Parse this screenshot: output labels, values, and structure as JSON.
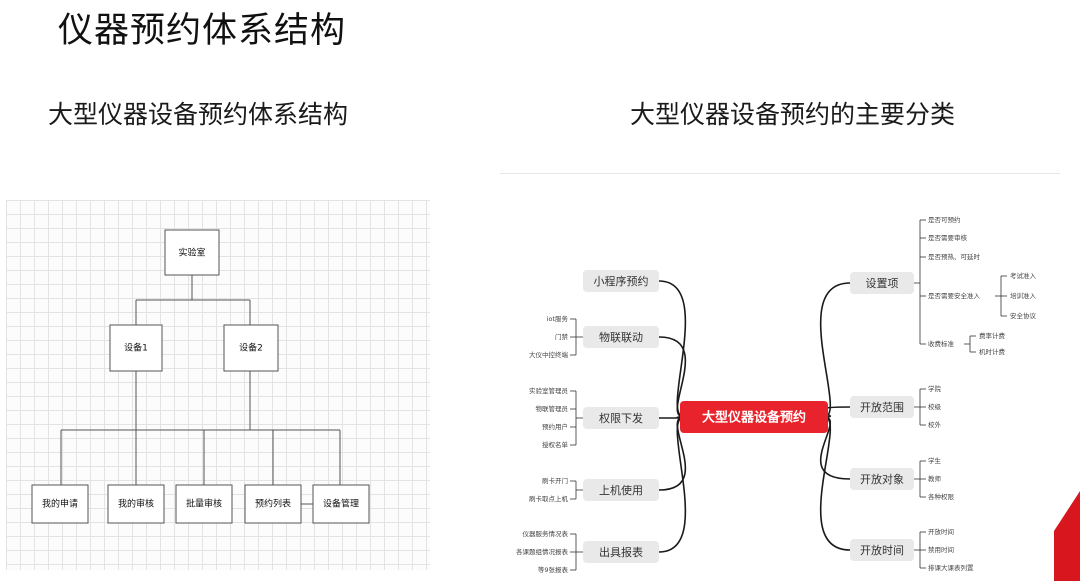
{
  "page": {
    "main_title": "仪器预约体系结构",
    "left_title": "大型仪器设备预约体系结构",
    "right_title": "大型仪器设备预约的主要分类"
  },
  "org_chart": {
    "root": "实验室",
    "level1": [
      "设备1",
      "设备2"
    ],
    "level2": [
      "我的申请",
      "我的审核",
      "批量审核",
      "预约列表",
      "设备管理"
    ]
  },
  "mind_map": {
    "center": "大型仪器设备预约",
    "accent_color": "#e8232b",
    "left_branches": [
      {
        "label": "小程序预约",
        "leaves": []
      },
      {
        "label": "物联联动",
        "leaves": [
          "iot服务",
          "门禁",
          "大仪中控终端"
        ]
      },
      {
        "label": "权限下发",
        "leaves": [
          "实验室管理员",
          "物联管理员",
          "预约用户",
          "授权名单"
        ]
      },
      {
        "label": "上机使用",
        "leaves": [
          "刷卡开门",
          "刷卡取点上机"
        ]
      },
      {
        "label": "出具报表",
        "leaves": [
          "仪器服务情况表",
          "各课题组情况报表",
          "等9张报表"
        ]
      }
    ],
    "right_branches": [
      {
        "label": "设置项",
        "leaves": [
          {
            "label": "是否可预约",
            "children": []
          },
          {
            "label": "是否需要审核",
            "children": []
          },
          {
            "label": "是否预热、可延时",
            "children": []
          },
          {
            "label": "是否需要安全准入",
            "children": [
              "考试准入",
              "培训准入",
              "安全协议"
            ]
          },
          {
            "label": "收费标准",
            "children": [
              "费率计费",
              "机时计费"
            ]
          }
        ]
      },
      {
        "label": "开放范围",
        "leaves": [
          {
            "label": "学院",
            "children": []
          },
          {
            "label": "校级",
            "children": []
          },
          {
            "label": "校外",
            "children": []
          }
        ]
      },
      {
        "label": "开放对象",
        "leaves": [
          {
            "label": "学生",
            "children": []
          },
          {
            "label": "教师",
            "children": []
          },
          {
            "label": "各种权限",
            "children": []
          }
        ]
      },
      {
        "label": "开放时间",
        "leaves": [
          {
            "label": "开放时间",
            "children": []
          },
          {
            "label": "禁用时间",
            "children": []
          },
          {
            "label": "排课大课表列置",
            "children": []
          }
        ]
      }
    ]
  }
}
